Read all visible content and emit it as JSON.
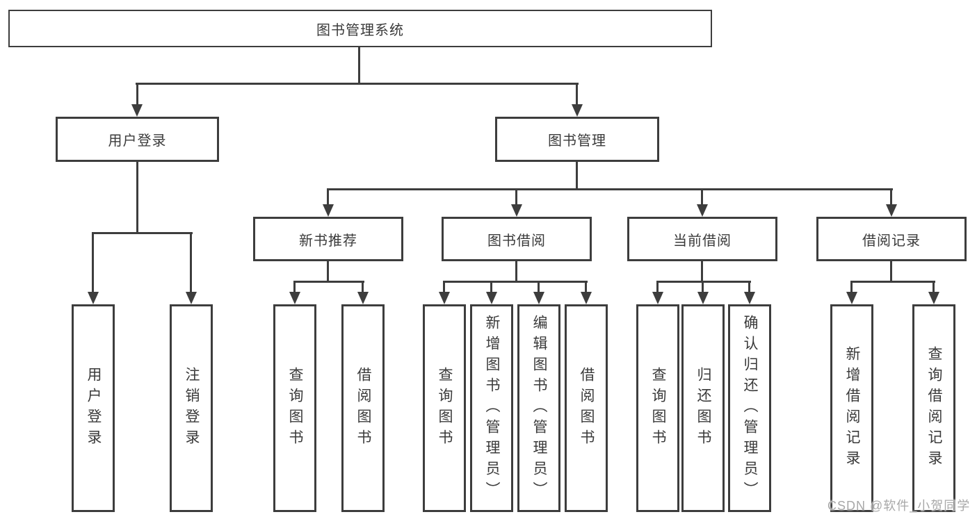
{
  "colors": {
    "line": "#3d3d3d",
    "box_border": "#3d3d3d",
    "text": "#3a3a3a",
    "watermark": "#a8a8a8",
    "background": "#ffffff"
  },
  "diagram": {
    "type": "hierarchy-tree",
    "title": "图书管理系统",
    "children": [
      {
        "label": "用户登录",
        "children": [
          {
            "label": "用户登录"
          },
          {
            "label": "注销登录"
          }
        ]
      },
      {
        "label": "图书管理",
        "children": [
          {
            "label": "新书推荐",
            "children": [
              {
                "label": "查询图书"
              },
              {
                "label": "借阅图书"
              }
            ]
          },
          {
            "label": "图书借阅",
            "children": [
              {
                "label": "查询图书"
              },
              {
                "label": "新增图书（管理员）"
              },
              {
                "label": "编辑图书（管理员）"
              },
              {
                "label": "借阅图书"
              }
            ]
          },
          {
            "label": "当前借阅",
            "children": [
              {
                "label": "查询图书"
              },
              {
                "label": "归还图书"
              },
              {
                "label": "确认归还（管理员）"
              }
            ]
          },
          {
            "label": "借阅记录",
            "children": [
              {
                "label": "新增借阅记录"
              },
              {
                "label": "查询借阅记录"
              }
            ]
          }
        ]
      }
    ]
  },
  "watermark": "CSDN @软件_小贺同学"
}
